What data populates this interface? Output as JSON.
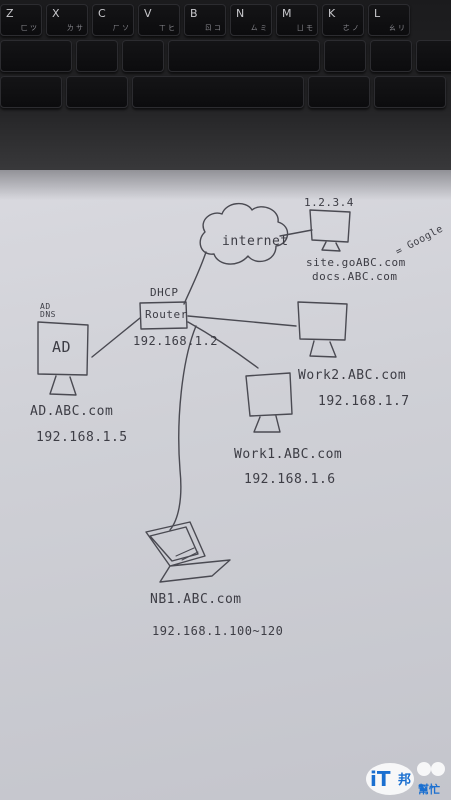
{
  "keyboard": {
    "keys": [
      {
        "main": "Z",
        "sub": "ㄈ ツ"
      },
      {
        "main": "X",
        "sub": "ㄌ サ"
      },
      {
        "main": "C",
        "sub": "ㄏ ソ"
      },
      {
        "main": "V",
        "sub": "ㄒ ヒ"
      },
      {
        "main": "B",
        "sub": "ㄖ コ"
      },
      {
        "main": "N",
        "sub": "ㄙ ミ"
      },
      {
        "main": "M",
        "sub": "ㄩ モ"
      },
      {
        "main": "K",
        "sub": "ㄜ ノ"
      },
      {
        "main": "L",
        "sub": "ㄠ リ"
      }
    ]
  },
  "diagram": {
    "internet": "internet",
    "site_ip": "1.2.3.4",
    "site_host1": "site.goABC.com",
    "site_host2": "docs.ABC.com",
    "google_note": "= Google",
    "dhcp": "DHCP",
    "router": "Router",
    "router_ip": "192.168.1.2",
    "ad_dns": "AD\nDNS",
    "ad_label": "AD",
    "ad_host": "AD.ABC.com",
    "ad_ip": "192.168.1.5",
    "work2_host": "Work2.ABC.com",
    "work2_ip": "192.168.1.7",
    "work1_host": "Work1.ABC.com",
    "work1_ip": "192.168.1.6",
    "nb1_host": "NB1.ABC.com",
    "nb1_ip": "192.168.1.100~120"
  },
  "watermark": {
    "brand": "iT",
    "sub": "邦",
    "sub2": "幫忙"
  }
}
